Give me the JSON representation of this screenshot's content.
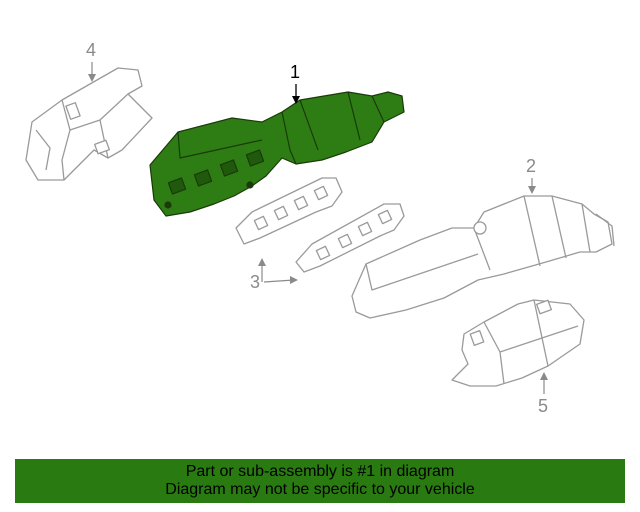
{
  "diagram": {
    "callouts": {
      "c1": "1",
      "c2": "2",
      "c3": "3",
      "c4": "4",
      "c5": "5"
    },
    "colors": {
      "highlight_fill": "#2e7d14",
      "highlight_stroke": "#1a3a0a",
      "part_stroke": "#9a9a9a",
      "banner": "#2a7a12"
    }
  },
  "banner": {
    "line1": "Part or sub-assembly is #1 in diagram",
    "line2": "Diagram may not be specific to your vehicle"
  }
}
